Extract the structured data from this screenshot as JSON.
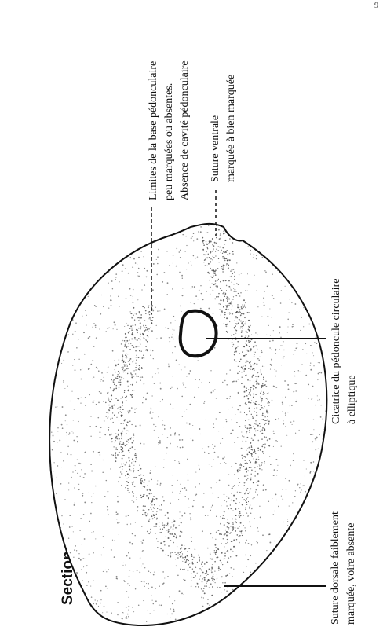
{
  "page_number": "9",
  "title": "Section en vue inférieure",
  "labels": {
    "peduncular_base": [
      "Limites de la base pédonculaire",
      "peu marquées ou absentes.",
      "Absence de cavité pédonculaire"
    ],
    "ventral_suture": [
      "Suture ventrale",
      "marquée à bien marquée"
    ],
    "peduncle_scar": [
      "Cicatrice du pédoncule circulaire",
      "à elliptique"
    ],
    "dorsal_suture": [
      "Suture dorsale faiblement",
      "marquée, voire absente"
    ]
  },
  "colors": {
    "ink": "#111111",
    "stipple": "#3a3a3a",
    "background": "#ffffff"
  }
}
